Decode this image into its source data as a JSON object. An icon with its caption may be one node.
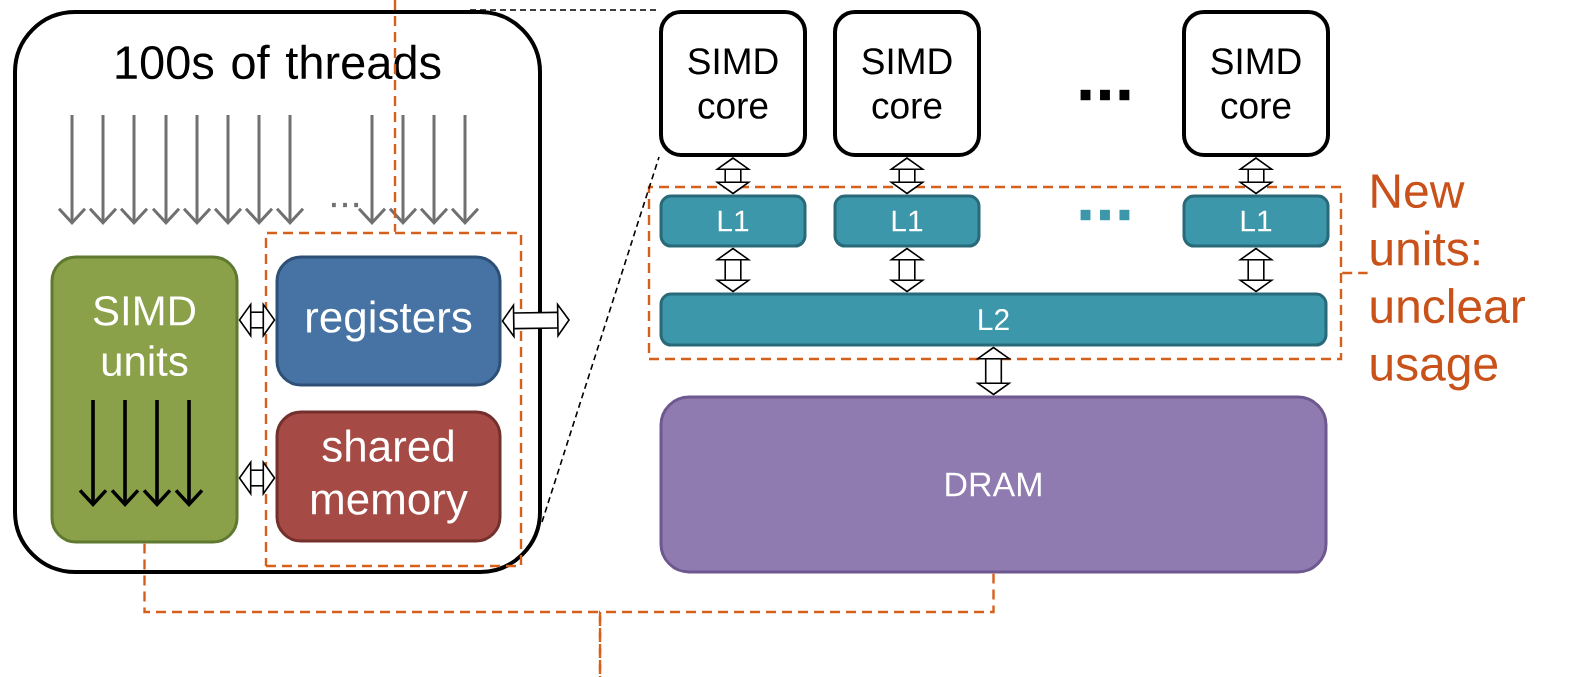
{
  "diagram": {
    "nodes": [
      {
        "text": [
          "100s of threads"
        ]
      },
      {
        "text": [
          "SIMD units"
        ],
        "in": 0
      },
      {
        "text": [],
        "shape": "box",
        "in": 0
      },
      {
        "text": [
          "registers"
        ],
        "in": 2
      },
      {
        "text": [
          "shared memory"
        ],
        "in": 2
      },
      {
        "text": [
          "SIMD core"
        ]
      },
      {
        "text": [
          "SIMD core"
        ]
      },
      {
        "text": [
          "SIMD core"
        ]
      },
      {
        "text": [],
        "shape": "box"
      },
      {
        "text": [
          "L1"
        ],
        "in": 8
      },
      {
        "text": [
          "L1"
        ],
        "in": 8
      },
      {
        "text": [
          "L1"
        ],
        "in": 8
      },
      {
        "text": [
          "L2"
        ],
        "in": 8
      },
      {
        "text": [
          "DRAM"
        ]
      },
      {
        "text": [
          "New units: unclear usage"
        ]
      }
    ],
    "edges": [
      {
        "from": 1,
        "to": 3,
        "arrow": "both"
      },
      {
        "from": 1,
        "to": 4,
        "arrow": "both"
      },
      {
        "from": 3,
        "to": null,
        "arrow": "both"
      },
      {
        "from": 5,
        "to": 9,
        "arrow": "both"
      },
      {
        "from": 6,
        "to": 10,
        "arrow": "both"
      },
      {
        "from": 7,
        "to": 11,
        "arrow": "both"
      },
      {
        "from": 9,
        "to": 12,
        "arrow": "both"
      },
      {
        "from": 10,
        "to": 12,
        "arrow": "both"
      },
      {
        "from": 11,
        "to": 12,
        "arrow": "both"
      },
      {
        "from": 12,
        "to": 13,
        "arrow": "both"
      },
      {
        "from": 8,
        "to": 14,
        "arrow": "none",
        "style": "dashed",
        "color": "#d65f1c"
      },
      {
        "from": 1,
        "to": null,
        "arrow": "none",
        "style": "dashed",
        "color": "#d65f1c"
      },
      {
        "from": 13,
        "to": null,
        "arrow": "none",
        "style": "dashed",
        "color": "#d65f1c"
      },
      {
        "from": null,
        "to": 2,
        "arrow": "none",
        "style": "dashed",
        "color": "#d65f1c"
      },
      {
        "from": 0,
        "to": 5,
        "arrow": "none",
        "style": "dashed"
      },
      {
        "from": 0,
        "to": 5,
        "arrow": "none",
        "style": "dashed"
      }
    ],
    "labels": [
      "...",
      "...",
      "..."
    ]
  }
}
